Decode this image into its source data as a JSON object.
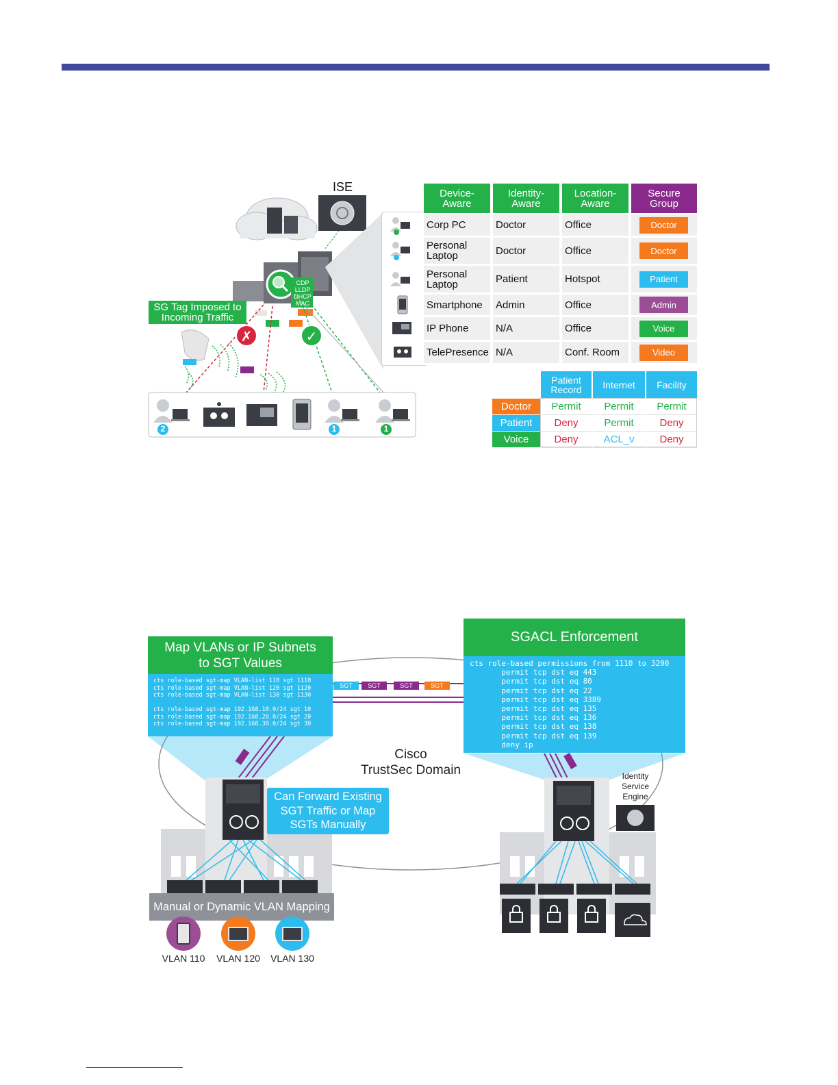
{
  "diagram1": {
    "ise_label": "ISE",
    "sg_tag_label": "SG Tag Imposed to\nIncoming Traffic",
    "switch_tag_lines": [
      "CDP",
      "LLDP",
      "DHCP",
      "MAC"
    ],
    "endpoint_numbers": [
      "2",
      "1",
      "1"
    ],
    "headers": [
      "Device-\nAware",
      "Identity-\nAware",
      "Location-\nAware",
      "Secure\nGroup"
    ],
    "rows": [
      {
        "device": "Corp PC",
        "identity": "Doctor",
        "location": "Office",
        "group": "Doctor",
        "group_color": "#f47a20"
      },
      {
        "device": "Personal\nLaptop",
        "identity": "Doctor",
        "location": "Office",
        "group": "Doctor",
        "group_color": "#f47a20"
      },
      {
        "device": "Personal\nLaptop",
        "identity": "Patient",
        "location": "Hotspot",
        "group": "Patient",
        "group_color": "#2dbcee"
      },
      {
        "device": "Smartphone",
        "identity": "Admin",
        "location": "Office",
        "group": "Admin",
        "group_color": "#9b4d96"
      },
      {
        "device": "IP Phone",
        "identity": "N/A",
        "location": "Office",
        "group": "Voice",
        "group_color": "#24b14a"
      },
      {
        "device": "TelePresence",
        "identity": "N/A",
        "location": "Conf. Room",
        "group": "Video",
        "group_color": "#f47a20"
      }
    ],
    "policy": {
      "columns": [
        "Patient\nRecord",
        "Internet",
        "Facility"
      ],
      "rows": [
        {
          "role": "Doctor",
          "color": "#f47a20",
          "values": [
            "Permit",
            "Permit",
            "Permit"
          ]
        },
        {
          "role": "Patient",
          "color": "#2dbcee",
          "values": [
            "Deny",
            "Permit",
            "Deny"
          ]
        },
        {
          "role": "Voice",
          "color": "#24b14a",
          "values": [
            "Deny",
            "ACL_v",
            "Deny"
          ]
        }
      ]
    }
  },
  "diagram2": {
    "map_title": "Map VLANs or IP Subnets\nto SGT Values",
    "map_config": "cts role-based sgt-map VLAN-list 110 sgt 1110\ncts role-based sgt-map VLAN-list 120 sgt 1120\ncts role-based sgt-map VLAN-list 130 sgt 1130\n\ncts role-based sgt-map 192.168.10.0/24 sgt 10\ncts role-based sgt-map 192.168.20.0/24 sgt 20\ncts role-based sgt-map 192.168.30.0/24 sgt 30",
    "enforce_title": "SGACL Enforcement",
    "enforce_config": "cts role-based permissions from 1110 to 3200\n       permit tcp dst eq 443\n       permit tcp dst eq 80\n       permit tcp dst eq 22\n       permit tcp dst eq 3389\n       permit tcp dst eq 135\n       permit tcp dst eq 136\n       permit tcp dst eq 138\n       permit tcp dst eq 139\n       deny ip",
    "domain_label": "Cisco\nTrustSec Domain",
    "forward_label": "Can Forward Existing\nSGT Traffic or Map\nSGTs Manually",
    "ise_label": "Identity\nService\nEngine",
    "vlan_mapping_label": "Manual or Dynamic VLAN Mapping",
    "sgt_tag": "SGT",
    "tag_colors": [
      "#2dbcee",
      "#8a2a8c",
      "#8a2a8c",
      "#f47a20"
    ],
    "vlans": [
      {
        "label": "VLAN 110",
        "color": "#9b4d96"
      },
      {
        "label": "VLAN 120",
        "color": "#f47a20"
      },
      {
        "label": "VLAN 130",
        "color": "#2dbcee"
      }
    ]
  }
}
